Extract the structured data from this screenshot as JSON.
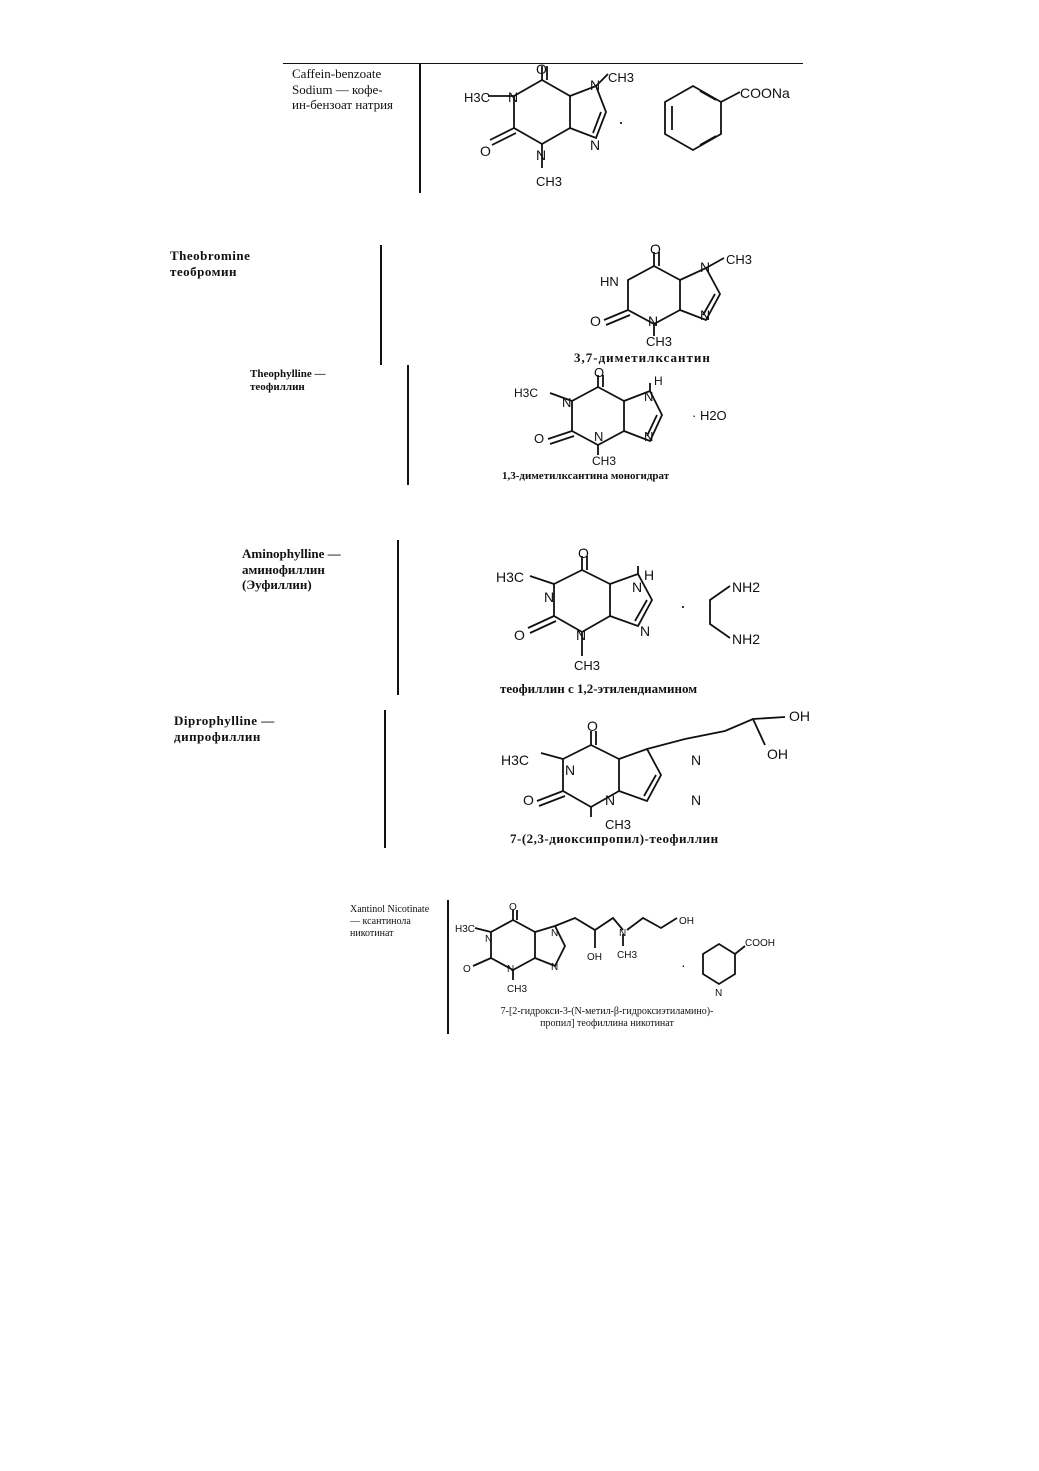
{
  "entries": [
    {
      "label": "Caffein-benzoate\nSodium — кофе-\nин-бензоат натрия",
      "caption": "",
      "atoms": {
        "o6": "O",
        "n7": "N",
        "me7": "CH3",
        "n1": "N",
        "me1": "H3C",
        "o2": "O",
        "n3": "N",
        "me3": "CH3",
        "n9": "N",
        "dot": "·",
        "coona": "COONa"
      }
    },
    {
      "label": "Theobromine\nтеобромин",
      "caption": "3,7-диметилксантин",
      "atoms": {
        "o6": "O",
        "n7": "N",
        "me7": "CH3",
        "hn": "HN",
        "o2": "O",
        "n3": "N",
        "me3": "CH3",
        "n9": "N"
      }
    },
    {
      "label": "Theophylline —\nтеофиллин",
      "caption": "1,3-диметилксантина моногидрат",
      "atoms": {
        "o6": "O",
        "h7": "H",
        "n7": "N",
        "me1": "H3C",
        "n1": "N",
        "o2": "O",
        "n3": "N",
        "me3": "CH3",
        "n9": "N",
        "water": "· H2O"
      }
    },
    {
      "label": "Aminophylline —\nаминофиллин\n(Эуфиллин)",
      "caption": "теофиллин с 1,2-этилендиамином",
      "atoms": {
        "o6": "O",
        "h7": "H",
        "n7": "N",
        "me1": "H3C",
        "n1": "N",
        "o2": "O",
        "n3": "N",
        "me3": "CH3",
        "n9": "N",
        "dot": "·",
        "nh2a": "NH2",
        "nh2b": "NH2"
      }
    },
    {
      "label": "Diprophylline —\nдипрофиллин",
      "caption": "7-(2,3-диоксипропил)-теофиллин",
      "atoms": {
        "o6": "O",
        "n7": "N",
        "me1": "H3C",
        "n1": "N",
        "o2": "O",
        "n3": "N",
        "me3": "CH3",
        "n9": "N",
        "oh1": "OH",
        "oh2": "OH"
      }
    },
    {
      "label": "Xantinol Nicotinate\n— ксантинола\nникотинат",
      "caption": "7-[2-гидрокси-3-(N-метил-β-гидроксиэтиламино)-\nпропил] теофиллина никотинат",
      "atoms": {
        "o6": "O",
        "n7": "N",
        "me1": "H3C",
        "n1": "N",
        "o2": "O",
        "n3": "N",
        "me3": "CH3",
        "n9": "N",
        "oh": "OH",
        "nm": "N",
        "nme": "CH3",
        "oh2": "OH",
        "dot": "·",
        "cooh": "COOH",
        "npy": "N"
      }
    }
  ]
}
